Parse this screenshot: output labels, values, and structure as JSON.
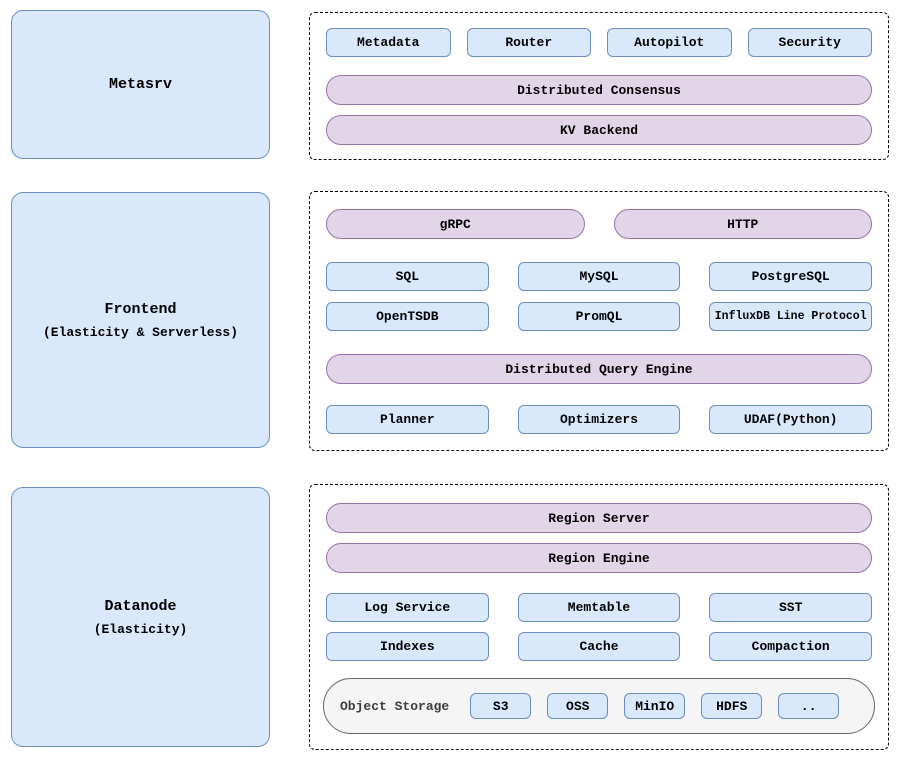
{
  "palette": {
    "node_fill": "#dae8fc",
    "node_border": "#6c8ebf",
    "pill_fill": "#e1d5e7",
    "pill_border": "#9673a6",
    "storage_fill": "#f5f5f5",
    "storage_border": "#666666",
    "group_border": "#000000",
    "background": "#ffffff"
  },
  "nodes": {
    "metasrv": {
      "title": "Metasrv",
      "subtitle": ""
    },
    "frontend": {
      "title": "Frontend",
      "subtitle": "(Elasticity & Serverless)"
    },
    "datanode": {
      "title": "Datanode",
      "subtitle": "(Elasticity)"
    }
  },
  "metasrv_group": {
    "components": [
      "Metadata",
      "Router",
      "Autopilot",
      "Security"
    ],
    "pills": [
      "Distributed Consensus",
      "KV Backend"
    ]
  },
  "frontend_group": {
    "protocol_pills": [
      "gRPC",
      "HTTP"
    ],
    "query_languages": [
      "SQL",
      "MySQL",
      "PostgreSQL"
    ],
    "ingest_protocols": [
      "OpenTSDB",
      "PromQL",
      "InfluxDB Line Protocol"
    ],
    "engine_pill": "Distributed Query Engine",
    "engine_components": [
      "Planner",
      "Optimizers",
      "UDAF(Python)"
    ]
  },
  "datanode_group": {
    "pills": [
      "Region Server",
      "Region Engine"
    ],
    "storage_row1": [
      "Log Service",
      "Memtable",
      "SST"
    ],
    "storage_row2": [
      "Indexes",
      "Cache",
      "Compaction"
    ],
    "object_storage": {
      "label": "Object Storage",
      "backends": [
        "S3",
        "OSS",
        "MinIO",
        "HDFS",
        ".."
      ]
    }
  }
}
